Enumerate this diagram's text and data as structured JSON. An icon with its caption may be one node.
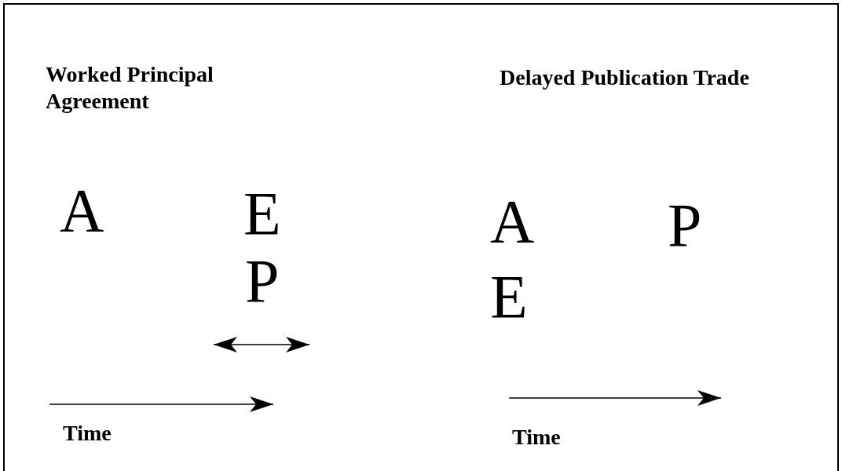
{
  "diagram": {
    "labels": [
      "Worked Principal Agreement",
      "A",
      "E",
      "P",
      "Time",
      "Delayed Publication Trade",
      "A",
      "P",
      "E",
      "Time"
    ]
  }
}
